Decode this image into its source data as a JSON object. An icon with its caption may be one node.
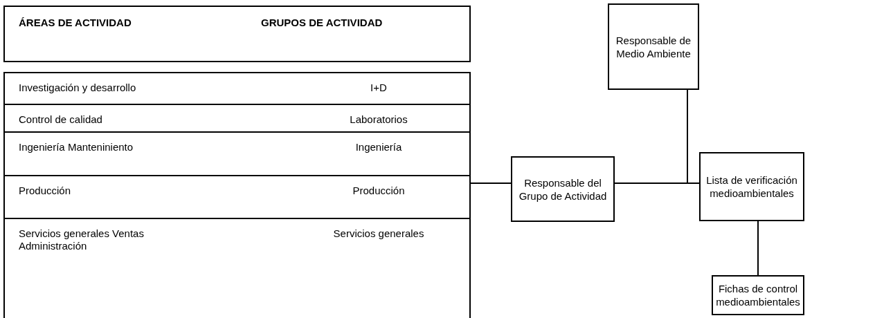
{
  "diagram": {
    "nodes": [
      {
        "text": [
          "ÁREAS DE ACTIVIDAD",
          "GRUPOS DE ACTIVIDAD"
        ]
      },
      {
        "text": [],
        "shape": "box"
      },
      {
        "text": [
          "Investigación y desarrollo",
          "I+D"
        ],
        "in": 1
      },
      {
        "text": [
          "Control de calidad",
          "Laboratorios"
        ],
        "in": 1
      },
      {
        "text": [
          "Ingeniería Manteniniento",
          "Ingeniería"
        ],
        "in": 1
      },
      {
        "text": [
          "Producción",
          "Producción"
        ],
        "in": 1
      },
      {
        "text": [
          "Servicios generales Ventas Administración",
          "Servicios generales"
        ],
        "in": 1
      },
      {
        "text": [
          "Responsable de Medio Ambiente"
        ]
      },
      {
        "text": [
          "Responsable del Grupo de Actividad"
        ]
      },
      {
        "text": [
          "Lista de verificación medioambientales"
        ]
      },
      {
        "text": [
          "Fichas de control medioambientales"
        ]
      }
    ],
    "edges": [
      {
        "from": 1,
        "to": 8,
        "arrow": "none"
      },
      {
        "from": 7,
        "to": 8,
        "arrow": "none"
      },
      {
        "from": 7,
        "to": 9,
        "arrow": "none"
      },
      {
        "from": 8,
        "to": 9,
        "arrow": "none"
      },
      {
        "from": 9,
        "to": 10,
        "arrow": "none"
      }
    ]
  }
}
